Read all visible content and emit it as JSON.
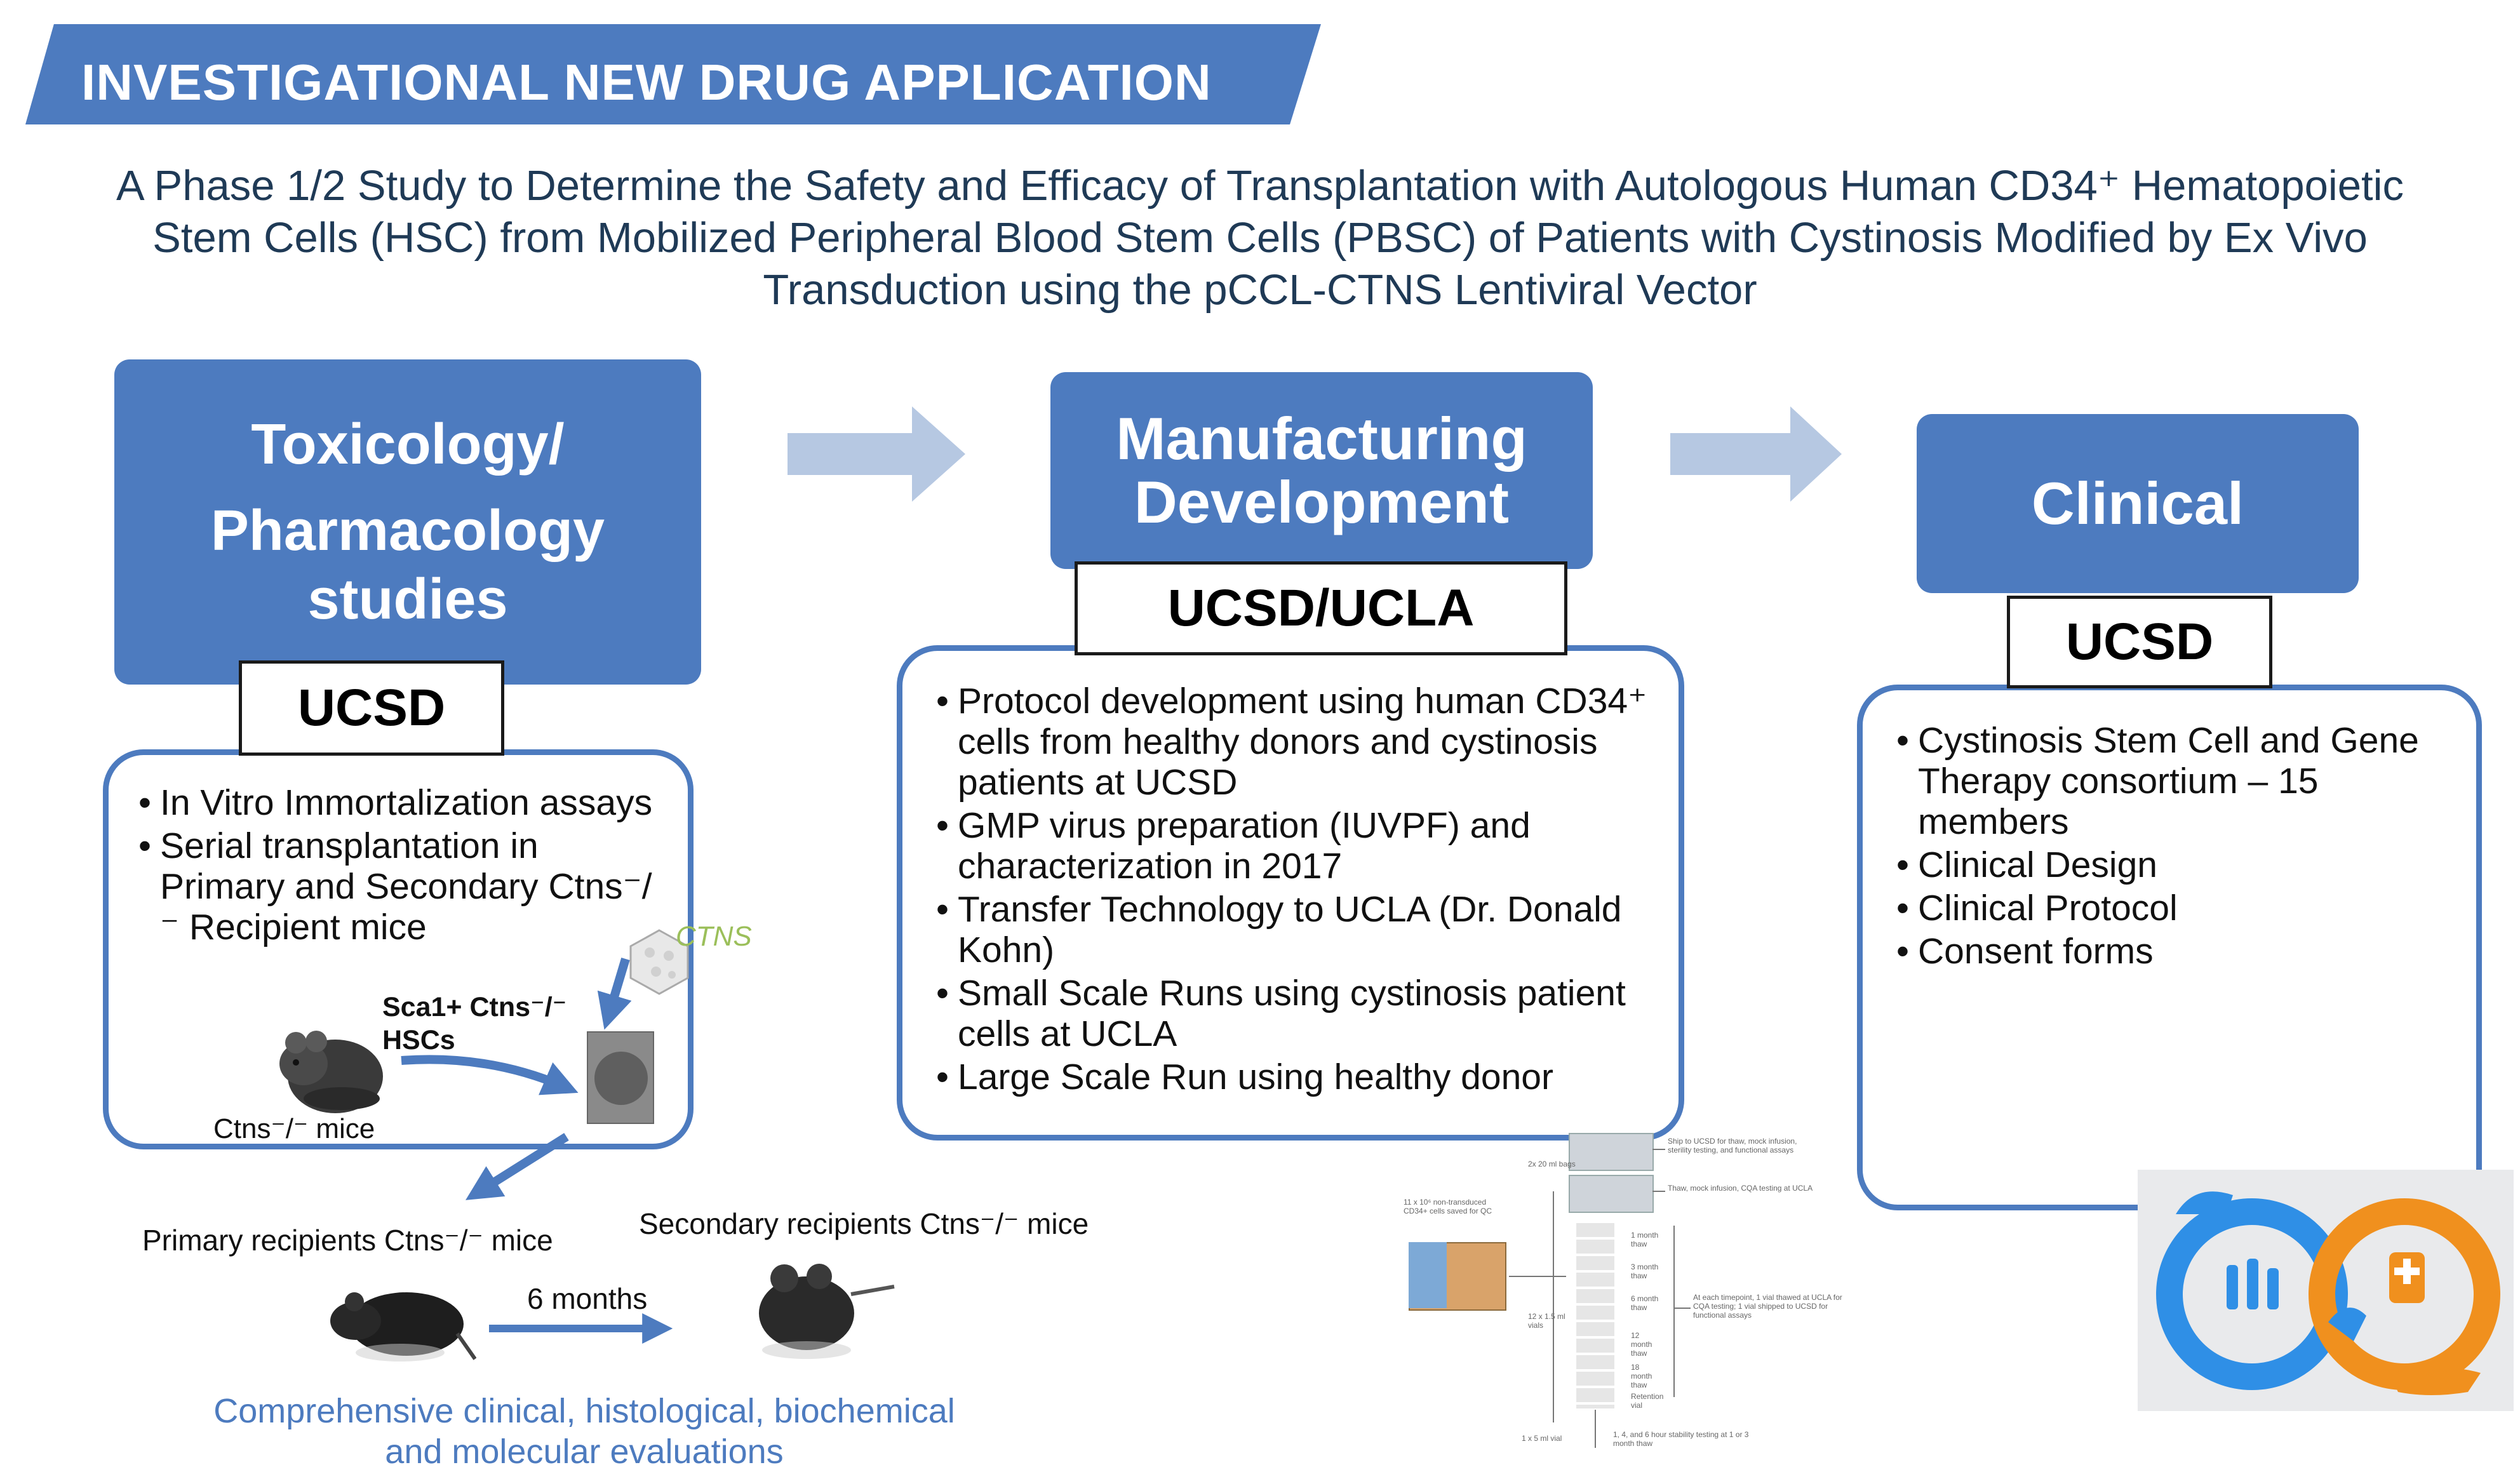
{
  "banner": {
    "title": "INVESTIGATIONAL NEW DRUG APPLICATION"
  },
  "subtitle": {
    "line1": "A Phase 1/2 Study to Determine the Safety and Efficacy of Transplantation with Autologous Human CD34⁺ Hematopoietic",
    "line2": "Stem Cells (HSC) from Mobilized Peripheral Blood Stem Cells (PBSC) of Patients with Cystinosis Modified by Ex Vivo",
    "line3": "Transduction using the pCCL-CTNS Lentiviral Vector"
  },
  "colors": {
    "accent": "#4d7bbf",
    "arrow": "#b6c8e2",
    "dark_text": "#1f3a56",
    "orange": "#f0901e"
  },
  "toxicology": {
    "title_line1": "Toxicology/",
    "title_line2": "Pharmacology",
    "title_line3": "studies",
    "label": "UCSD",
    "bullets": [
      "In Vitro Immortalization assays",
      "Serial transplantation in Primary and Secondary Ctns⁻/⁻ Recipient mice"
    ],
    "ctns_label": "CTNS",
    "hsc_label": "Sca1+ Ctns⁻/⁻ HSCs",
    "mice_label": "Ctns⁻/⁻ mice"
  },
  "manufacturing": {
    "title_line1": "Manufacturing",
    "title_line2": "Development",
    "label": "UCSD/UCLA",
    "bullets": [
      "Protocol development using human CD34⁺ cells from healthy donors and cystinosis patients at UCSD",
      "GMP virus preparation (IUVPF) and characterization in 2017",
      "Transfer Technology to UCLA (Dr. Donald Kohn)",
      "Small Scale Runs using cystinosis patient cells at UCLA",
      "Large Scale Run using healthy donor"
    ]
  },
  "clinical": {
    "title": "Clinical",
    "label": "UCSD",
    "bullets": [
      "Cystinosis Stem Cell and Gene Therapy consortium – 15 members",
      "Clinical Design",
      "Clinical Protocol",
      "Consent forms"
    ]
  },
  "recipients": {
    "primary": "Primary recipients Ctns⁻/⁻ mice",
    "secondary": "Secondary recipients Ctns⁻/⁻ mice",
    "interval": "6 months",
    "evaluation_line1": "Comprehensive clinical, histological, biochemical",
    "evaluation_line2": "and molecular evaluations"
  },
  "flowchart": {
    "bags": "2x 20 ml bags",
    "cells": "11 x 10⁶ non-transduced CD34+ cells saved for QC",
    "vials": "12 x 1.5 ml vials",
    "ship": "Ship to UCSD for thaw, mock infusion, sterility testing, and functional assays",
    "thaw": "Thaw, mock infusion, CQA testing at UCLA",
    "m1": "1 month thaw",
    "m3": "3 month thaw",
    "m6": "6 month thaw",
    "m12": "12 month thaw",
    "m18": "18 month thaw",
    "retention": "Retention vial",
    "timepoint": "At each timepoint, 1 vial thawed at UCLA for CQA testing; 1 vial shipped to UCSD for functional assays",
    "onevial": "1 x 5 ml vial",
    "stability": "1, 4, and 6 hour stability testing at 1 or 3 month thaw"
  }
}
